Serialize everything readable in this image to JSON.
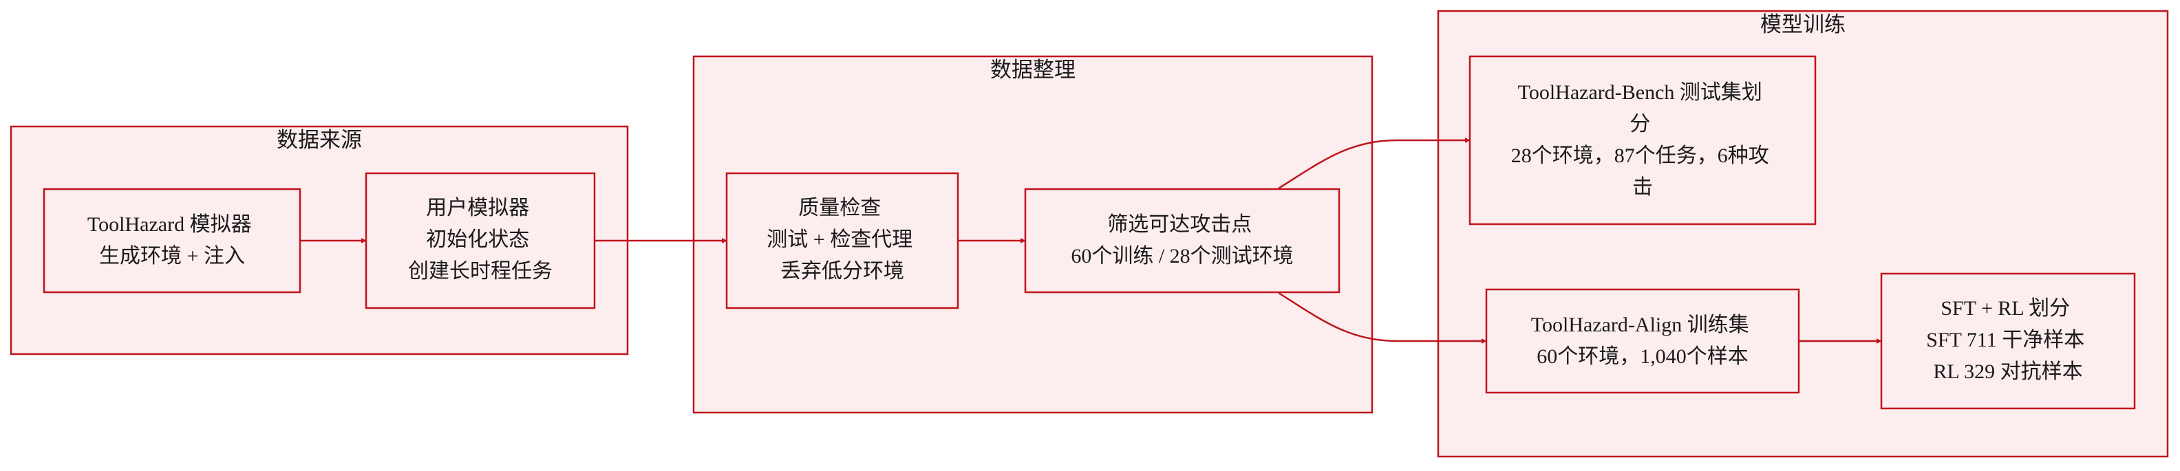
{
  "colors": {
    "stroke": "#c0141c",
    "fill": "#fcedee",
    "text": "#1a1a1a"
  },
  "clusters": {
    "source": {
      "title": "数据来源"
    },
    "organize": {
      "title": "数据整理"
    },
    "training": {
      "title": "模型训练"
    }
  },
  "nodes": {
    "simulator": {
      "lines": [
        "ToolHazard 模拟器",
        "生成环境 + 注入"
      ]
    },
    "user_sim": {
      "lines": [
        "用户模拟器",
        "初始化状态",
        "创建长时程任务"
      ]
    },
    "quality": {
      "lines": [
        "质量检查",
        "测试 + 检查代理",
        "丢弃低分环境"
      ]
    },
    "filter": {
      "lines": [
        "筛选可达攻击点",
        "60个训练 / 28个测试环境"
      ]
    },
    "bench": {
      "lines": [
        "ToolHazard-Bench 测试集划",
        "分",
        "28个环境，87个任务，6种攻",
        "击"
      ]
    },
    "align": {
      "lines": [
        "ToolHazard-Align 训练集",
        "60个环境，1,040个样本"
      ]
    },
    "split": {
      "lines": [
        "SFT + RL 划分",
        "SFT 711 干净样本",
        "RL 329 对抗样本"
      ]
    }
  }
}
